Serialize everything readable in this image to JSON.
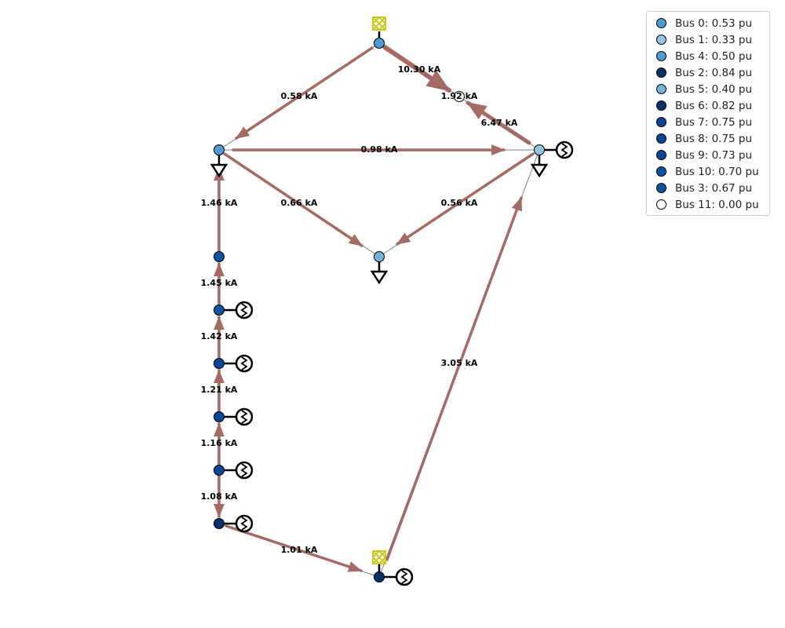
{
  "legend": {
    "items": [
      {
        "label": "Bus 0: 0.53 pu",
        "color": "#4f9ad0"
      },
      {
        "label": "Bus 1: 0.33 pu",
        "color": "#94c4df"
      },
      {
        "label": "Bus 4: 0.50 pu",
        "color": "#4f9ad0"
      },
      {
        "label": "Bus 2: 0.84 pu",
        "color": "#08306b"
      },
      {
        "label": "Bus 5: 0.40 pu",
        "color": "#73b3d8"
      },
      {
        "label": "Bus 6: 0.82 pu",
        "color": "#08306b"
      },
      {
        "label": "Bus 7: 0.75 pu",
        "color": "#084594"
      },
      {
        "label": "Bus 8: 0.75 pu",
        "color": "#084594"
      },
      {
        "label": "Bus 9: 0.73 pu",
        "color": "#084594"
      },
      {
        "label": "Bus 10: 0.70 pu",
        "color": "#0b559f"
      },
      {
        "label": "Bus 3: 0.67 pu",
        "color": "#0b559f"
      },
      {
        "label": "Bus 11: 0.00 pu",
        "color": "#ffffff"
      }
    ]
  },
  "flows": {
    "f1": "10.30 kA",
    "f2": "1.92 kA",
    "f3": "6.47 kA",
    "f4": "0.58 kA",
    "f5": "0.98 kA",
    "f6": "1.46 kA",
    "f7": "0.66 kA",
    "f8": "0.56 kA",
    "f9": "1.45 kA",
    "f10": "1.42 kA",
    "f11": "3.05 kA",
    "f12": "1.21 kA",
    "f13": "1.16 kA",
    "f14": "1.08 kA",
    "f15": "1.01 kA"
  },
  "colors": {
    "flow": "#a36b64",
    "line": "#808080",
    "ext_grid": "#c8c820"
  }
}
